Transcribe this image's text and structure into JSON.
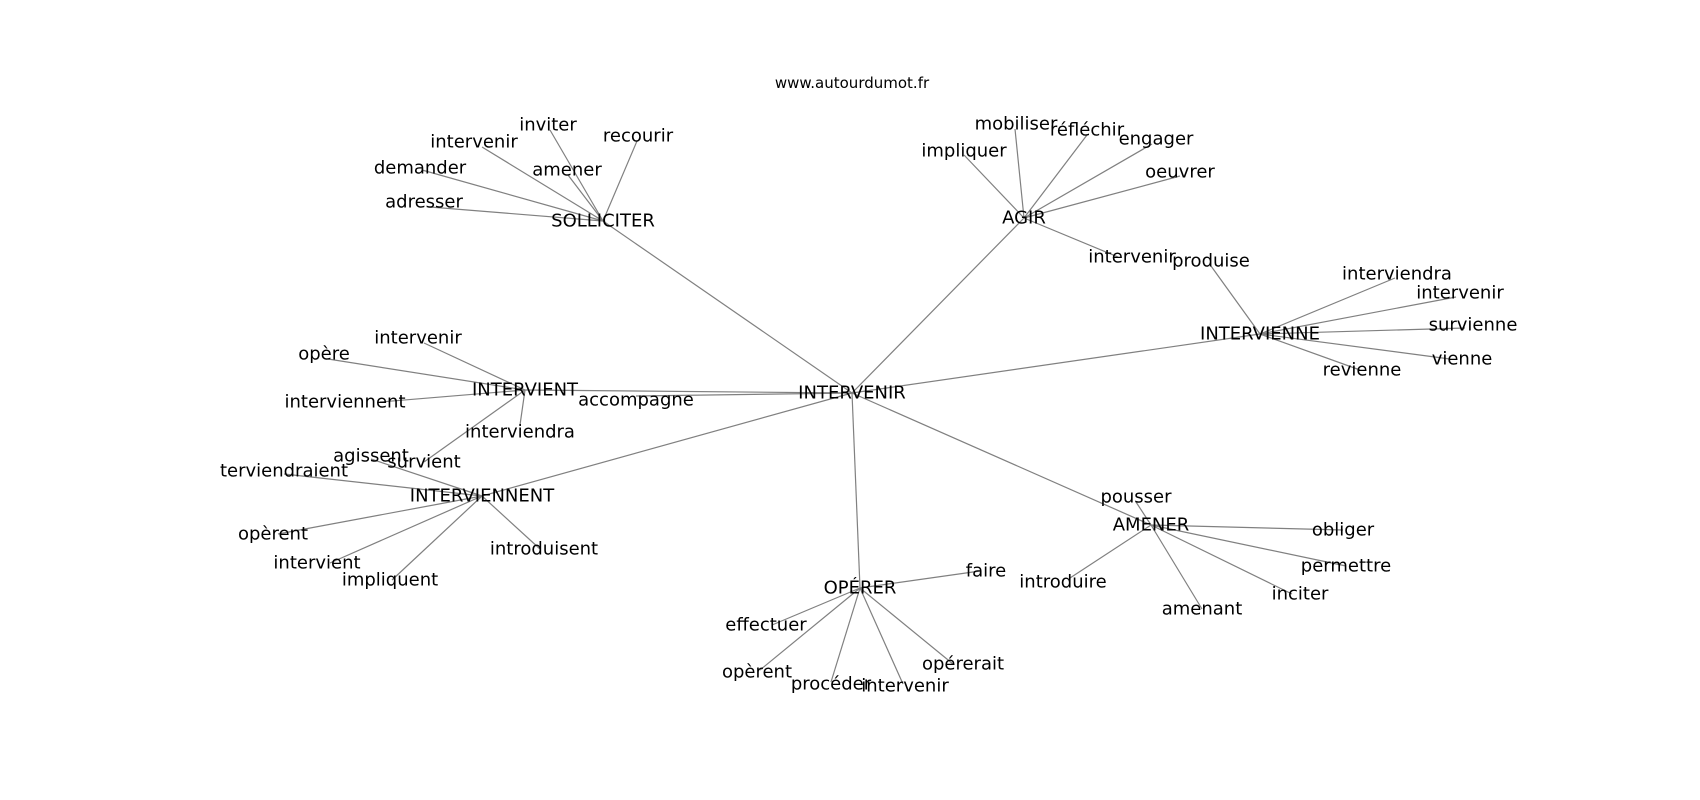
{
  "source_label": "www.autourdumot.fr",
  "edge_color": "#808080",
  "text_color": "#000000",
  "background": "#ffffff",
  "center": "INTERVENIR",
  "hubs": [
    {
      "id": "sollicitier",
      "label": "SOLLICITER",
      "leaves": [
        {
          "id": "sollicitier-inviter",
          "label": "inviter"
        },
        {
          "id": "sollicitier-recourir",
          "label": "recourir"
        },
        {
          "id": "sollicitier-intervenir",
          "label": "intervenir"
        },
        {
          "id": "sollicitier-amener",
          "label": "amener"
        },
        {
          "id": "sollicitier-demander",
          "label": "demander"
        },
        {
          "id": "sollicitier-adresser",
          "label": "adresser"
        }
      ]
    },
    {
      "id": "agir",
      "label": "AGIR",
      "leaves": [
        {
          "id": "agir-mobiliser",
          "label": "mobiliser"
        },
        {
          "id": "agir-reflechir",
          "label": "réfléchir"
        },
        {
          "id": "agir-impliquer",
          "label": "impliquer"
        },
        {
          "id": "agir-engager",
          "label": "engager"
        },
        {
          "id": "agir-oeuvrer",
          "label": "oeuvrer"
        },
        {
          "id": "agir-intervenir",
          "label": "intervenir"
        }
      ]
    },
    {
      "id": "intervienne",
      "label": "INTERVIENNE",
      "leaves": [
        {
          "id": "intervienne-produise",
          "label": "produise"
        },
        {
          "id": "intervienne-interviendra",
          "label": "interviendra"
        },
        {
          "id": "intervienne-intervenir",
          "label": "intervenir"
        },
        {
          "id": "intervienne-survienne",
          "label": "survienne"
        },
        {
          "id": "intervienne-vienne",
          "label": "vienne"
        },
        {
          "id": "intervienne-revienne",
          "label": "revienne"
        }
      ]
    },
    {
      "id": "intervient",
      "label": "INTERVIENT",
      "leaves": [
        {
          "id": "intervient-intervenir",
          "label": "intervenir"
        },
        {
          "id": "intervient-opere",
          "label": "opère"
        },
        {
          "id": "intervient-interviennent",
          "label": "interviennent"
        },
        {
          "id": "intervient-interviendra",
          "label": "interviendra"
        },
        {
          "id": "intervient-survient",
          "label": "survient"
        }
      ]
    },
    {
      "id": "interviennent",
      "label": "INTERVIENNENT",
      "leaves": [
        {
          "id": "interviennent-agissent",
          "label": "agissent"
        },
        {
          "id": "interviennent-terviendraient",
          "label": "terviendraient"
        },
        {
          "id": "interviennent-operent",
          "label": "opèrent"
        },
        {
          "id": "interviennent-intervient",
          "label": "intervient"
        },
        {
          "id": "interviennent-impliquent",
          "label": "impliquent"
        },
        {
          "id": "interviennent-introduisent",
          "label": "introduisent"
        }
      ]
    },
    {
      "id": "operer",
      "label": "OPÉRER",
      "leaves": [
        {
          "id": "operer-faire",
          "label": "faire"
        },
        {
          "id": "operer-effectuer",
          "label": "effectuer"
        },
        {
          "id": "operer-operent",
          "label": "opèrent"
        },
        {
          "id": "operer-proceder",
          "label": "procéder"
        },
        {
          "id": "operer-intervenir",
          "label": "intervenir"
        },
        {
          "id": "operer-opererait",
          "label": "opérerait"
        }
      ]
    },
    {
      "id": "amener",
      "label": "AMENER",
      "leaves": [
        {
          "id": "amener-pousser",
          "label": "pousser"
        },
        {
          "id": "amener-obliger",
          "label": "obliger"
        },
        {
          "id": "amener-introduire",
          "label": "introduire"
        },
        {
          "id": "amener-permettre",
          "label": "permettre"
        },
        {
          "id": "amener-inciter",
          "label": "inciter"
        },
        {
          "id": "amener-amenant",
          "label": "amenant"
        }
      ]
    }
  ],
  "direct_leaves": [
    {
      "id": "center-accompagne",
      "label": "accompagne"
    }
  ]
}
